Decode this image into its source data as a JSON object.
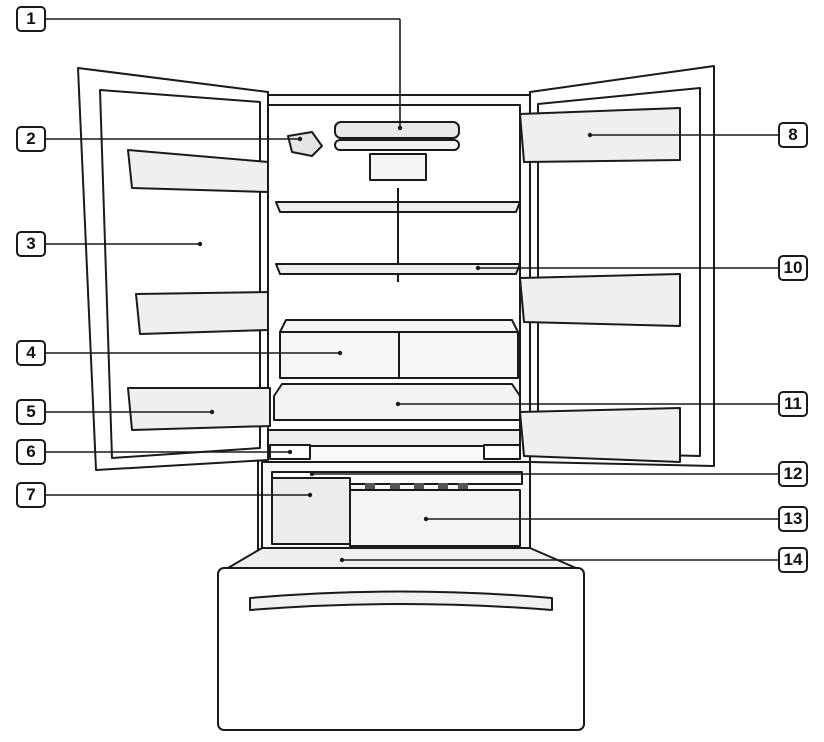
{
  "callouts": [
    {
      "id": 1,
      "label": "1"
    },
    {
      "id": 2,
      "label": "2"
    },
    {
      "id": 3,
      "label": "3"
    },
    {
      "id": 4,
      "label": "4"
    },
    {
      "id": 5,
      "label": "5"
    },
    {
      "id": 6,
      "label": "6"
    },
    {
      "id": 7,
      "label": "7"
    },
    {
      "id": 8,
      "label": "8"
    },
    {
      "id": 9,
      "label": "10"
    },
    {
      "id": 10,
      "label": "11"
    },
    {
      "id": 11,
      "label": "12"
    },
    {
      "id": 12,
      "label": "13"
    },
    {
      "id": 13,
      "label": "14"
    }
  ],
  "colors": {
    "line": "#1a1a1a",
    "fill": "#ffffff",
    "shade": "#d9d9d9"
  }
}
